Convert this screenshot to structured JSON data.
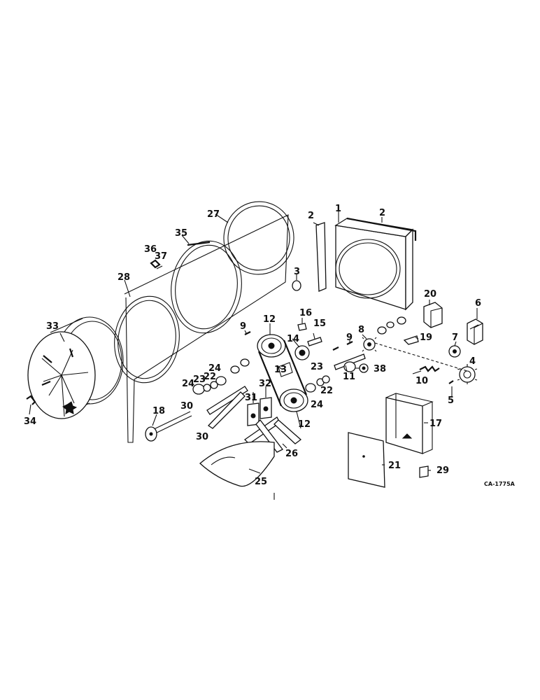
{
  "diagram": {
    "drawing_code": "CA-1775A",
    "callouts": [
      "1",
      "2",
      "2",
      "3",
      "4",
      "5",
      "6",
      "7",
      "8",
      "9",
      "9",
      "10",
      "11",
      "12",
      "12",
      "13",
      "14",
      "15",
      "16",
      "17",
      "18",
      "19",
      "20",
      "21",
      "22",
      "22",
      "23",
      "23",
      "24",
      "24",
      "24",
      "25",
      "26",
      "27",
      "28",
      "29",
      "30",
      "30",
      "31",
      "32",
      "33",
      "34",
      "35",
      "36",
      "37",
      "38"
    ]
  }
}
